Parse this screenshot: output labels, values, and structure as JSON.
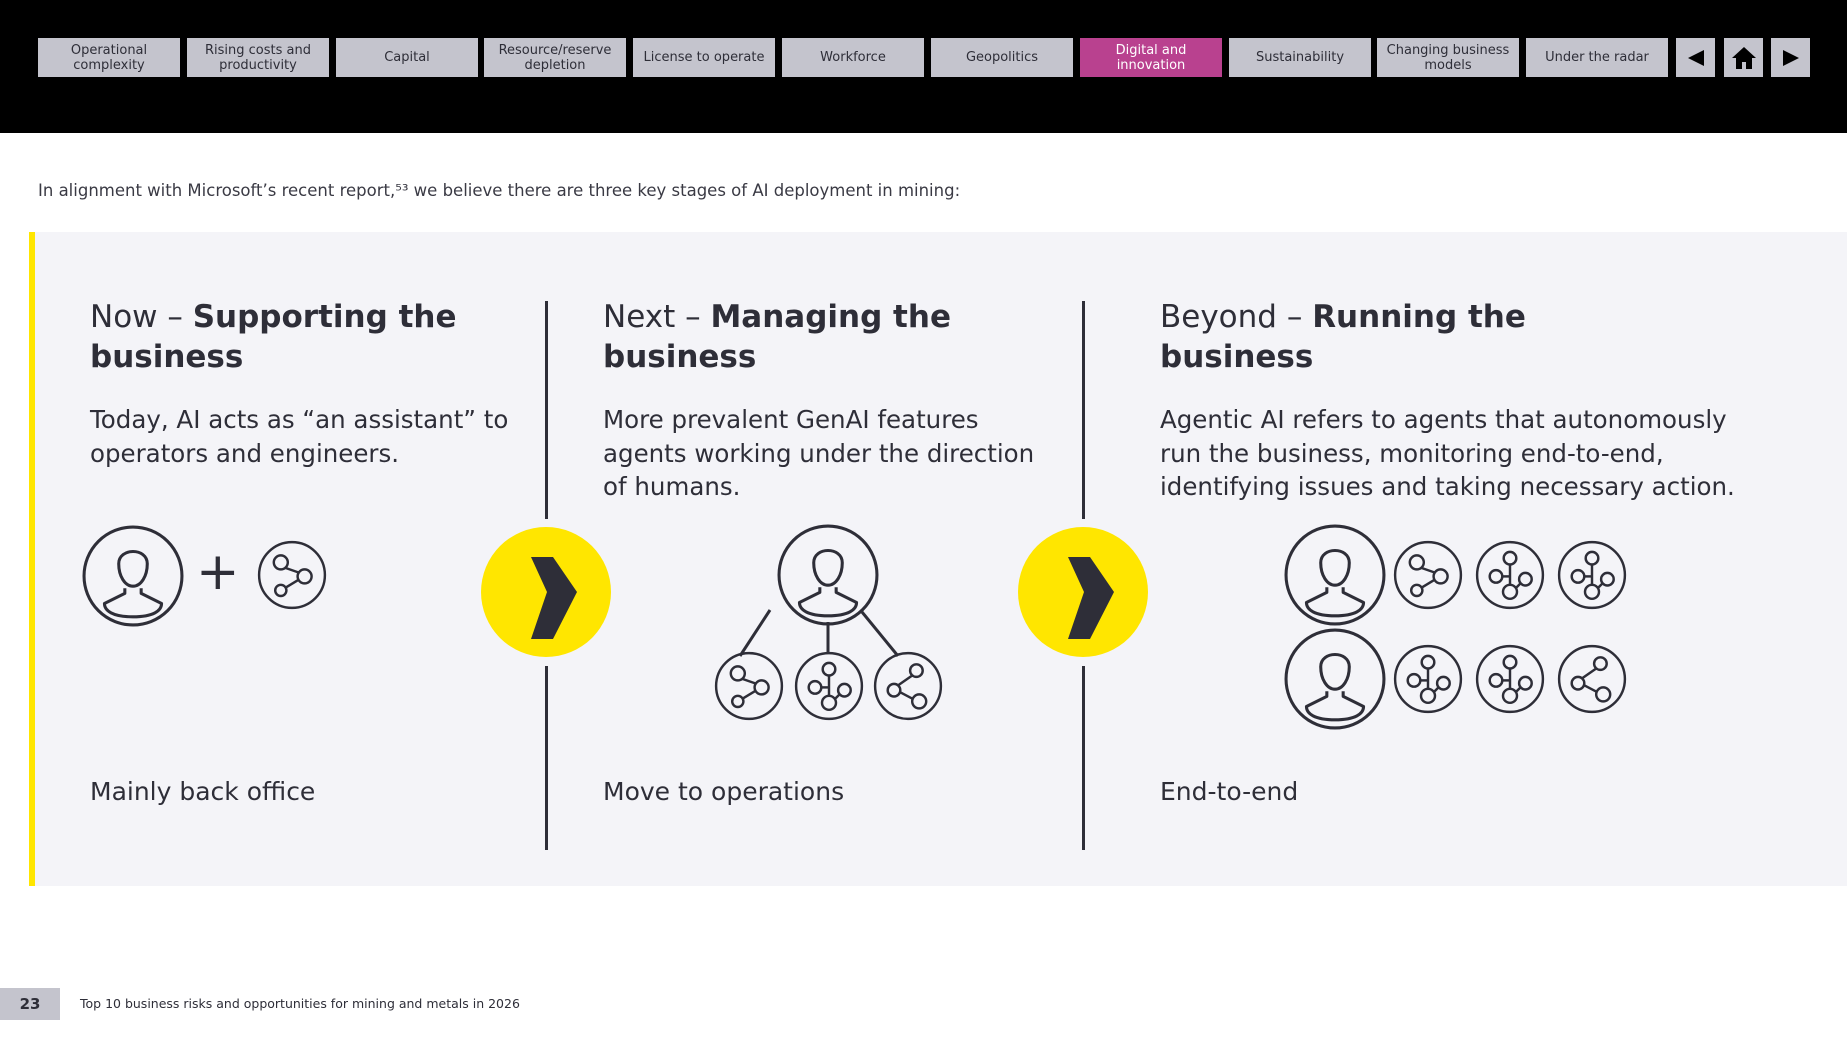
{
  "nav": {
    "tabs": [
      {
        "label": "Operational complexity",
        "active": false
      },
      {
        "label": "Rising costs and productivity",
        "active": false
      },
      {
        "label": "Capital",
        "active": false
      },
      {
        "label": "Resource/reserve depletion",
        "active": false
      },
      {
        "label": "License to operate",
        "active": false
      },
      {
        "label": "Workforce",
        "active": false
      },
      {
        "label": "Geopolitics",
        "active": false
      },
      {
        "label": "Digital and innovation",
        "active": true
      },
      {
        "label": "Sustainability",
        "active": false
      },
      {
        "label": "Changing business models",
        "active": false
      },
      {
        "label": "Under the radar",
        "active": false
      }
    ],
    "prev_icon": "triangle-left-icon",
    "home_icon": "home-icon",
    "next_icon": "triangle-right-icon"
  },
  "intro": "In alignment with Microsoft’s recent report,⁵³ we believe there are three key stages of AI deployment in mining:",
  "columns": [
    {
      "title_light": "Now – ",
      "title_bold": "Supporting the business",
      "body": "Today, AI acts as “an assistant” to operators and engineers.",
      "footer": "Mainly back office"
    },
    {
      "title_light": "Next – ",
      "title_bold": "Managing the business",
      "body": "More prevalent GenAI features agents working under the direction of humans.",
      "footer": "Move to operations"
    },
    {
      "title_light": "Beyond – ",
      "title_bold": "Running the business",
      "body": "Agentic AI refers to agents that autonomously run the business, monitoring end-to-end, identifying issues and taking necessary action.",
      "footer": "End-to-end"
    }
  ],
  "icons": {
    "person": "person-icon",
    "agent": "network-agent-icon",
    "plus": "+",
    "arrow": "chevron-right-icon"
  },
  "colors": {
    "accent_yellow": "#ffe600",
    "active_tab": "#b9418f",
    "tab_bg": "#c4c4cd",
    "text_dark": "#2e2e38",
    "panel_bg": "#f4f4f8"
  },
  "footer": {
    "page_number": "23",
    "document_title": "Top 10 business risks and opportunities for mining and metals in 2026"
  }
}
